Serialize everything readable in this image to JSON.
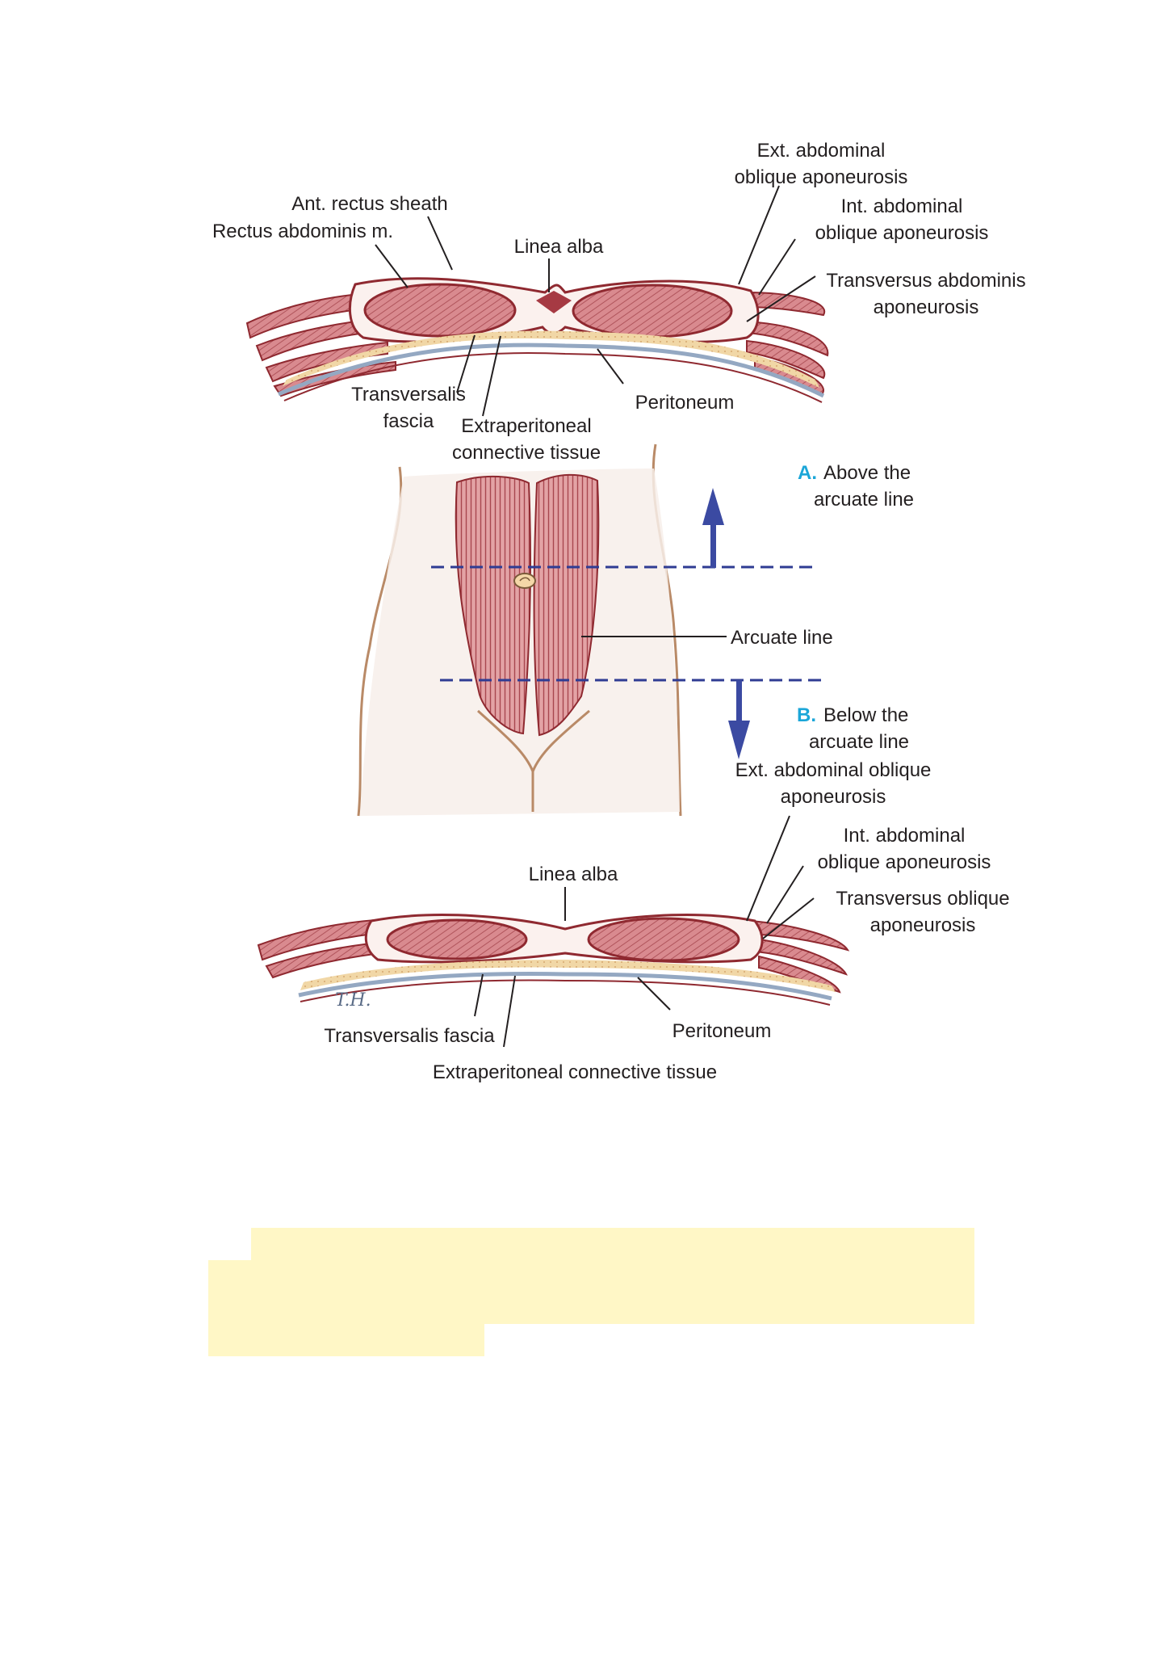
{
  "colors": {
    "muscle": "#d8898e",
    "muscle_dark": "#8f2930",
    "muscle_light": "#eec4c4",
    "fascia_blue": "#94a8c2",
    "fat": "#f1d7a6",
    "skin": "#f5ece6",
    "skin_outline": "#b98a67",
    "dashed_line": "#2f3c93",
    "arrow": "#3b4aa2",
    "letter_accent": "#1ba6d8",
    "highlight": "#fff7c6"
  },
  "icons": {
    "arrow_up": "arrow-up-icon",
    "arrow_down": "arrow-down-icon",
    "umbilicus": "umbilicus-icon"
  },
  "panel_a": {
    "letter": "A.",
    "caption_line1": "Above the",
    "caption_line2": "arcuate line",
    "labels": {
      "ext_oblique_1": "Ext. abdominal",
      "ext_oblique_2": "oblique aponeurosis",
      "int_oblique_1": "Int. abdominal",
      "int_oblique_2": "oblique aponeurosis",
      "ant_rectus_sheath": "Ant. rectus sheath",
      "rectus_abdominis": "Rectus abdominis m.",
      "linea_alba": "Linea alba",
      "transversus_1": "Transversus abdominis",
      "transversus_2": "aponeurosis",
      "transversalis_1": "Transversalis",
      "transversalis_2": "fascia",
      "peritoneum": "Peritoneum",
      "extraperitoneal_1": "Extraperitoneal",
      "extraperitoneal_2": "connective tissue"
    }
  },
  "center": {
    "arcuate_line": "Arcuate line"
  },
  "panel_b": {
    "letter": "B.",
    "caption_line1": "Below the",
    "caption_line2": "arcuate line",
    "labels": {
      "ext_oblique_1": "Ext. abdominal oblique",
      "ext_oblique_2": "aponeurosis",
      "int_oblique_1": "Int. abdominal",
      "int_oblique_2": "oblique aponeurosis",
      "linea_alba": "Linea alba",
      "transversus_1": "Transversus oblique",
      "transversus_2": "aponeurosis",
      "peritoneum": "Peritoneum",
      "transversalis": "Transversalis fascia",
      "extraperitoneal": "Extraperitoneal connective tissue"
    }
  },
  "signature": "T.H."
}
